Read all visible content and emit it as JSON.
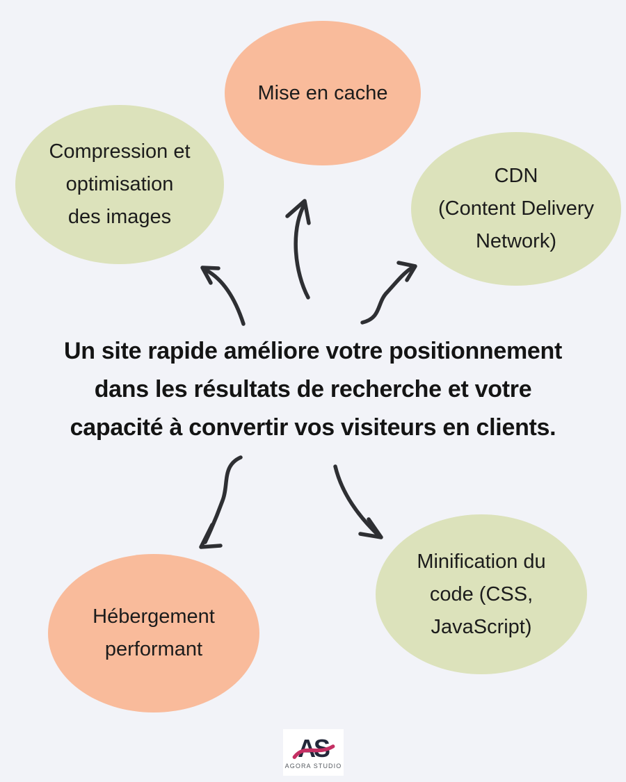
{
  "center_message": {
    "lines": [
      "Un site rapide améliore votre positionnement",
      "dans les résultats de recherche et votre",
      "capacité à convertir vos visiteurs en clients."
    ]
  },
  "bubbles": [
    {
      "id": "mise-en-cache",
      "color": "#f9bb9b",
      "lines": [
        "Mise en cache"
      ]
    },
    {
      "id": "compression",
      "color": "#dce2bb",
      "lines": [
        "Compression et",
        "optimisation",
        "des images"
      ]
    },
    {
      "id": "cdn",
      "color": "#dce2bb",
      "lines": [
        "CDN",
        "(Content Delivery",
        "Network)"
      ]
    },
    {
      "id": "hebergement",
      "color": "#f9bb9b",
      "lines": [
        "Hébergement",
        "performant"
      ]
    },
    {
      "id": "minification",
      "color": "#dce2bb",
      "lines": [
        "Minification du",
        "code (CSS,",
        "JavaScript)"
      ]
    }
  ],
  "logo": {
    "monogram": "AS",
    "studio_name": "AGORA STUDIO",
    "accent_color": "#c42f63",
    "dark_color": "#23283a"
  },
  "colors": {
    "background": "#f2f3f8",
    "bubble_salmon": "#f9bb9b",
    "bubble_green": "#dce2bb",
    "text": "#141414",
    "arrow": "#2e2f33"
  }
}
